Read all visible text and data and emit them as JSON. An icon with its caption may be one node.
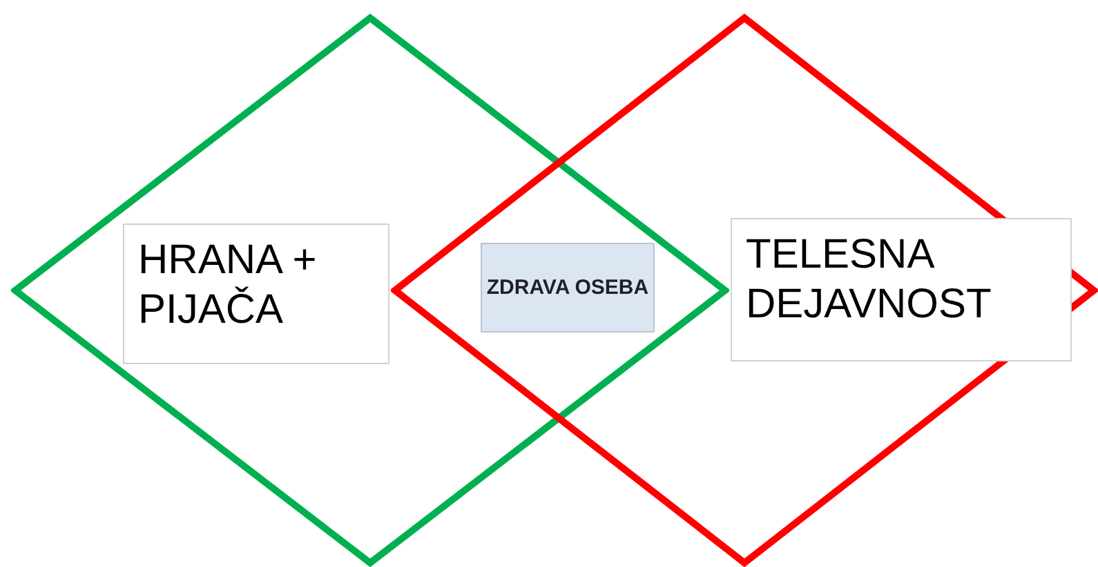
{
  "diagram": {
    "nodes": [
      {
        "text": [],
        "shape": "diamond"
      },
      {
        "text": [],
        "shape": "diamond"
      },
      {
        "text": [
          "HRANA + PIJAČA"
        ],
        "in": 0
      },
      {
        "text": [
          "ZDRAVA OSEBA"
        ]
      },
      {
        "text": [
          "TELESNA DEJAVNOST"
        ],
        "in": 1
      }
    ],
    "edges": []
  }
}
